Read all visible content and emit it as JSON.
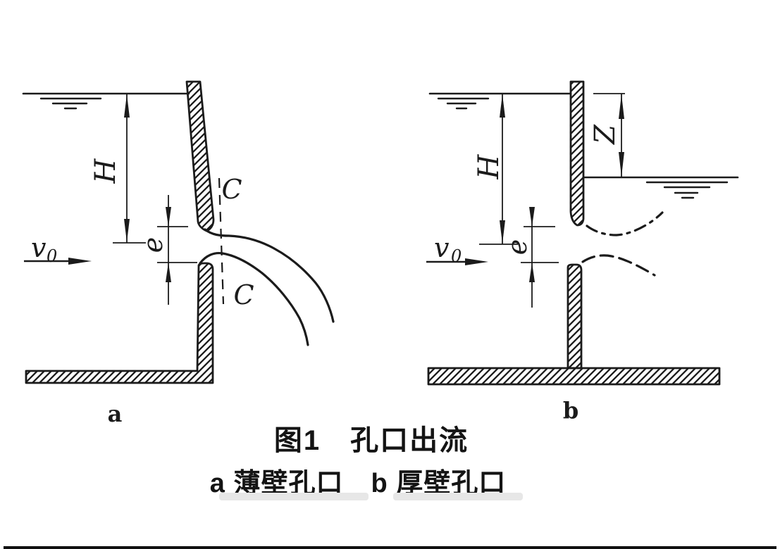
{
  "figure": {
    "caption_title": "图1　孔口出流",
    "caption_sub": "a 薄壁孔口　b 厚壁孔口",
    "label_a": "a",
    "label_b": "b"
  },
  "diagram_a": {
    "head": "H",
    "orifice_height": "e",
    "approach_velocity": "v",
    "approach_velocity_sub": "0",
    "section_top": "C",
    "section_bottom": "C"
  },
  "diagram_b": {
    "head": "H",
    "level_difference": "Z",
    "orifice_height": "e",
    "approach_velocity": "v",
    "approach_velocity_sub": "0"
  },
  "colors": {
    "ink": "#1b1b1b",
    "paper": "#ffffff"
  }
}
